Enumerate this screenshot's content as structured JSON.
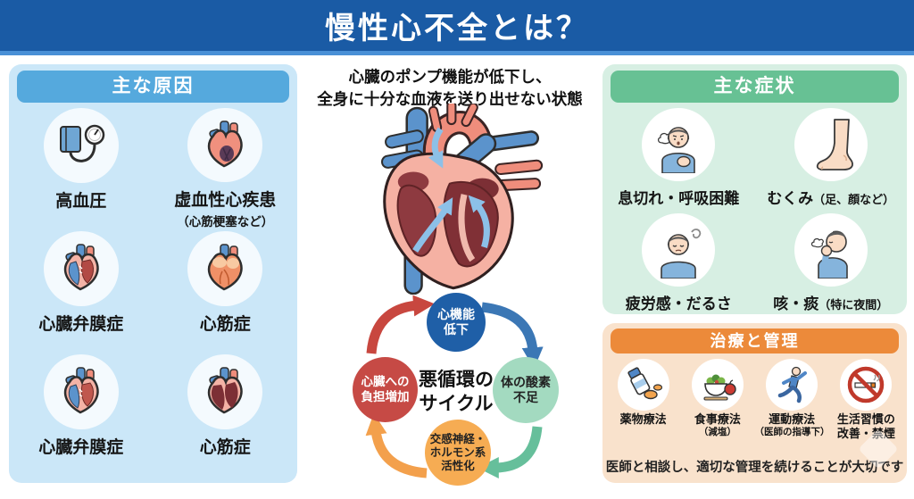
{
  "banner": {
    "title": "慢性心不全とは？"
  },
  "causes": {
    "header": "主な原因",
    "items": [
      {
        "label": "高血圧",
        "sub": "",
        "icon": "blood-pressure-monitor-icon"
      },
      {
        "label": "虚血性心疾患",
        "sub": "（心筋梗塞など）",
        "icon": "ischemic-heart-icon"
      },
      {
        "label": "心臓弁膜症",
        "sub": "",
        "icon": "heart-valve-icon"
      },
      {
        "label": "心筋症",
        "sub": "",
        "icon": "cardiomyopathy-heart-icon"
      },
      {
        "label": "心臓弁膜症",
        "sub": "",
        "icon": "heart-valve-icon"
      },
      {
        "label": "心筋症",
        "sub": "",
        "icon": "cardiomyopathy-dark-heart-icon"
      }
    ]
  },
  "center": {
    "description_line1": "心臓のポンプ機能が低下し、",
    "description_line2": "全身に十分な血液を送り出せない状態",
    "cycle_title_line1": "悪循環の",
    "cycle_title_line2": "サイクル",
    "cycle_nodes": [
      {
        "line1": "心機能",
        "line2": "低下",
        "line3": ""
      },
      {
        "line1": "体の酸素",
        "line2": "不足",
        "line3": ""
      },
      {
        "line1": "交感神経・",
        "line2": "ホルモン系",
        "line3": "活性化"
      },
      {
        "line1": "心臓への",
        "line2": "負担増加",
        "line3": ""
      }
    ]
  },
  "symptoms": {
    "header": "主な症状",
    "items": [
      {
        "label": "息切れ・呼吸困難",
        "sub": "",
        "icon": "breathless-person-icon"
      },
      {
        "label": "むくみ",
        "sub": "（足、顔など）",
        "icon": "swollen-foot-icon"
      },
      {
        "label": "疲労感・だるさ",
        "sub": "",
        "icon": "fatigued-person-icon"
      },
      {
        "label": "咳・痰",
        "sub": "（特に夜間）",
        "icon": "coughing-person-icon"
      }
    ]
  },
  "treatment": {
    "header": "治療と管理",
    "items": [
      {
        "label": "薬物療法",
        "label2": "",
        "sub": "",
        "icon": "medication-icon"
      },
      {
        "label": "食事療法",
        "label2": "",
        "sub": "（減塩）",
        "icon": "diet-icon"
      },
      {
        "label": "運動療法",
        "label2": "",
        "sub": "（医師の指導下）",
        "icon": "exercise-icon"
      },
      {
        "label": "生活習慣の",
        "label2": "改善・禁煙",
        "sub": "",
        "icon": "no-smoking-icon"
      }
    ],
    "note": "医師と相談し、適切な管理を続けることが大切です"
  },
  "colors": {
    "banner_blue": "#1a5ba5",
    "banner_underline": "#4a90d6",
    "causes_bg": "#cbe7f8",
    "causes_header": "#55a9dd",
    "symptoms_bg": "#d7efe3",
    "symptoms_header": "#67c194",
    "treatment_bg": "#f9e2cc",
    "treatment_header": "#ec8a3a",
    "cycle_blue": "#1f5fa7",
    "cycle_teal": "#a3dac0",
    "cycle_orange": "#f6ac53",
    "cycle_red": "#c64a45"
  }
}
